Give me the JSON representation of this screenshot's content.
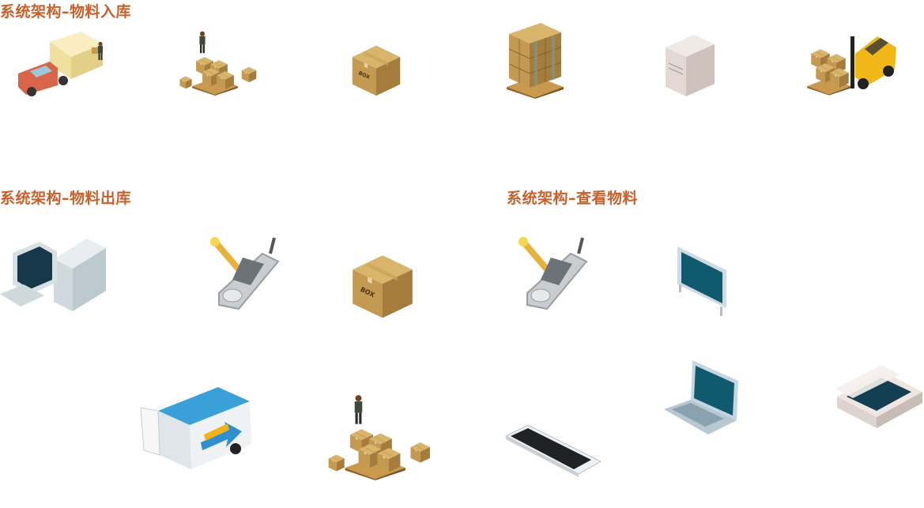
{
  "sections": [
    {
      "title": "系统架构–物料入库"
    },
    {
      "title": "系统架构–物料出库"
    },
    {
      "title": "系统架构–查看物料"
    }
  ],
  "box_label": "BOX",
  "colors": {
    "heading": "#c8602a",
    "box_top": "#d9b56c",
    "box_left": "#c49a52",
    "box_right": "#a67c3c"
  }
}
